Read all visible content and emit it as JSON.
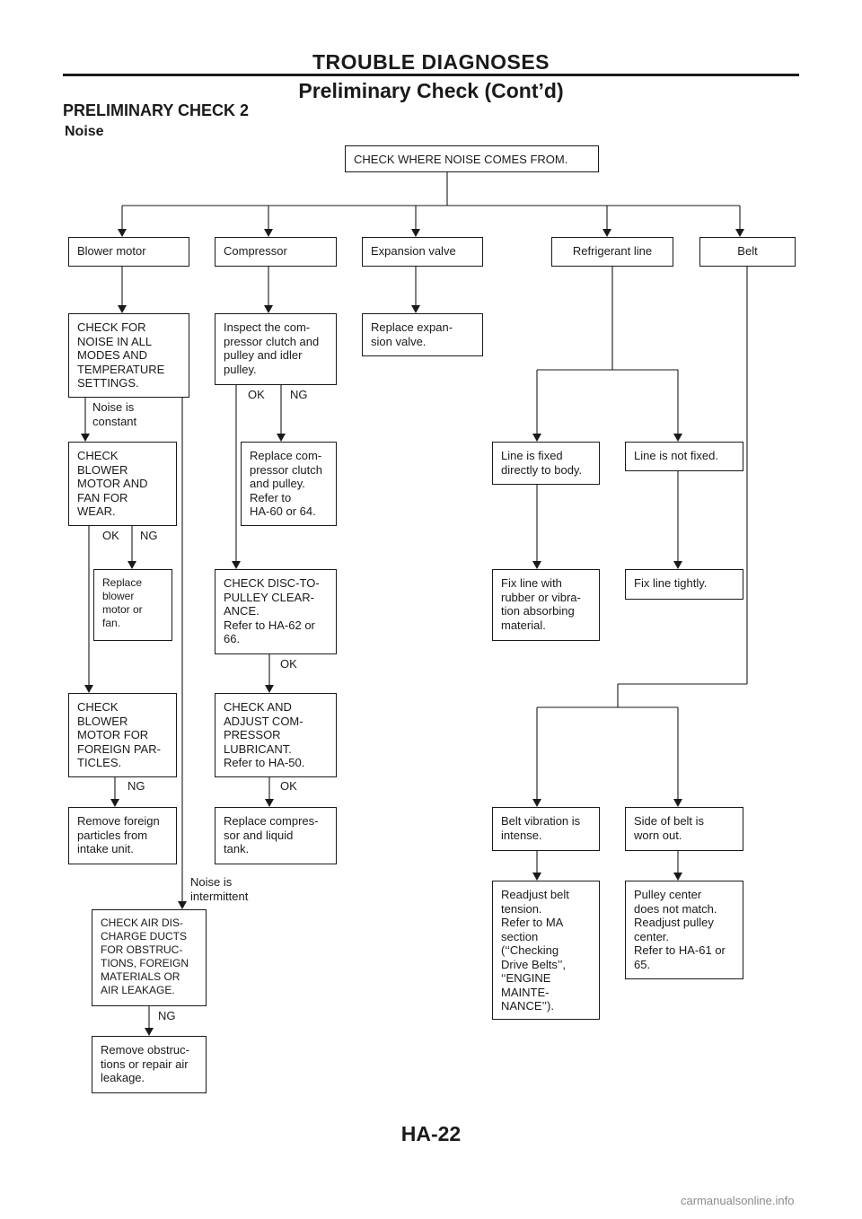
{
  "page": {
    "header_main": "TROUBLE DIAGNOSES",
    "header_sub": "Preliminary Check (Cont’d)",
    "title": "PRELIMINARY CHECK 2",
    "subtitle": "Noise",
    "page_number": "HA-22",
    "watermark": "carmanualsonline.info"
  },
  "flow": {
    "start": "CHECK WHERE NOISE COMES FROM.",
    "blower_motor": "Blower motor",
    "compressor": "Compressor",
    "expansion_valve": "Expansion valve",
    "refrigerant_line": "Refrigerant line",
    "belt": "Belt",
    "check_noise_modes": "CHECK FOR\nNOISE IN ALL\nMODES AND\nTEMPERATURE\nSETTINGS.",
    "inspect_compressor": "Inspect the com-\npressor clutch and\npulley and idler\npulley.",
    "replace_expansion": "Replace expan-\nsion valve.",
    "check_blower_wear": "CHECK\nBLOWER\nMOTOR AND\nFAN FOR\nWEAR.",
    "replace_clutch": "Replace com-\npressor clutch\nand pulley.\nRefer to\nHA-60 or 64.",
    "line_fixed": "Line is fixed\ndirectly to body.",
    "line_not_fixed": "Line is not fixed.",
    "replace_blower": "Replace\nblower\nmotor or\nfan.",
    "check_disc": "CHECK DISC-TO-\nPULLEY CLEAR-\nANCE.\nRefer to HA-62 or\n66.",
    "fix_line_rubber": "Fix line with\nrubber or vibra-\ntion absorbing\nmaterial.",
    "fix_line_tight": "Fix line tightly.",
    "check_foreign": "CHECK\nBLOWER\nMOTOR FOR\nFOREIGN PAR-\nTICLES.",
    "check_lubricant": "CHECK AND\nADJUST COM-\nPRESSOR\nLUBRICANT.\nRefer to HA-50.",
    "remove_foreign": "Remove foreign\nparticles from\nintake unit.",
    "replace_compressor": "Replace compres-\nsor and liquid\ntank.",
    "belt_vibration": "Belt vibration is\nintense.",
    "belt_worn": "Side of belt is\nworn out.",
    "readjust_tension": "Readjust belt\ntension.\nRefer to MA\nsection\n(‘‘Checking\nDrive Belts’’,\n‘‘ENGINE\nMAINTE-\nNANCE’’).",
    "pulley_center": "Pulley center\ndoes not match.\nReadjust pulley\ncenter.\nRefer to HA-61 or\n65.",
    "check_ducts": "CHECK AIR DIS-\nCHARGE DUCTS\nFOR OBSTRUC-\nTIONS, FOREIGN\nMATERIALS OR\nAIR LEAKAGE.",
    "remove_obstructions": "Remove obstruc-\ntions or repair air\nleakage."
  },
  "labels": {
    "noise_constant": "Noise is\nconstant",
    "noise_intermittent": "Noise is\nintermittent",
    "ok": "OK",
    "ng": "NG"
  }
}
